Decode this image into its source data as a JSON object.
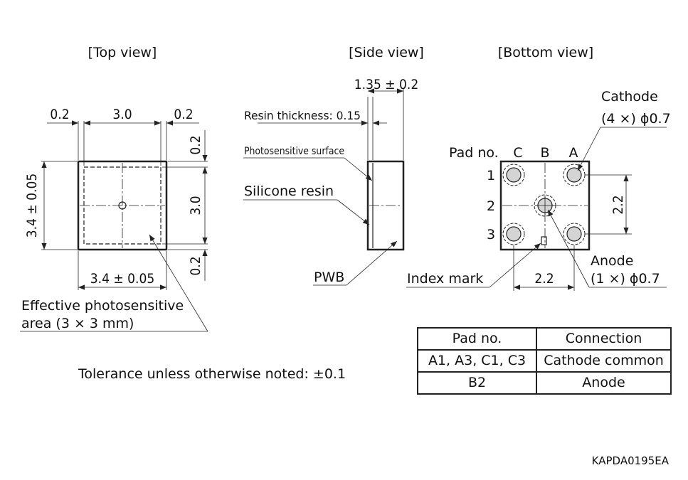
{
  "views": {
    "top": "[Top view]",
    "side": "[Side view]",
    "bottom": "[Bottom view]"
  },
  "top_view": {
    "dim_left_margin": "0.2",
    "dim_width": "3.0",
    "dim_right_margin": "0.2",
    "dim_height": "3.4 ± 0.05",
    "dim_top_margin": "0.2",
    "dim_inner_height": "3.0",
    "dim_bottom_margin": "0.2",
    "dim_bottom_width": "3.4 ± 0.05",
    "effective_area_line1": "Effective photosensitive",
    "effective_area_line2": "area (3 × 3 mm)"
  },
  "side_view": {
    "dim_thickness": "1.35 ± 0.2",
    "resin_thickness": "Resin thickness: 0.15",
    "photosensitive_surface": "Photosensitive surface",
    "silicone_resin": "Silicone resin",
    "pwb": "PWB"
  },
  "bottom_view": {
    "pad_no_label": "Pad no.",
    "col_c": "C",
    "col_b": "B",
    "col_a": "A",
    "row_1": "1",
    "row_2": "2",
    "row_3": "3",
    "cathode_line1": "Cathode",
    "cathode_line2": "(4 ×) ϕ0.7",
    "anode_line1": "Anode",
    "anode_line2": "(1 ×) ϕ0.7",
    "dim_pitch_vertical": "2.2",
    "dim_pitch_horizontal": "2.2",
    "index_mark": "Index mark"
  },
  "tolerance_note": "Tolerance unless otherwise noted: ±0.1",
  "drawing_id": "KAPDA0195EA",
  "pad_table": {
    "headers": [
      "Pad no.",
      "Connection"
    ],
    "rows": [
      [
        "A1, A3, C1, C3",
        "Cathode common"
      ],
      [
        "B2",
        "Anode"
      ]
    ]
  }
}
